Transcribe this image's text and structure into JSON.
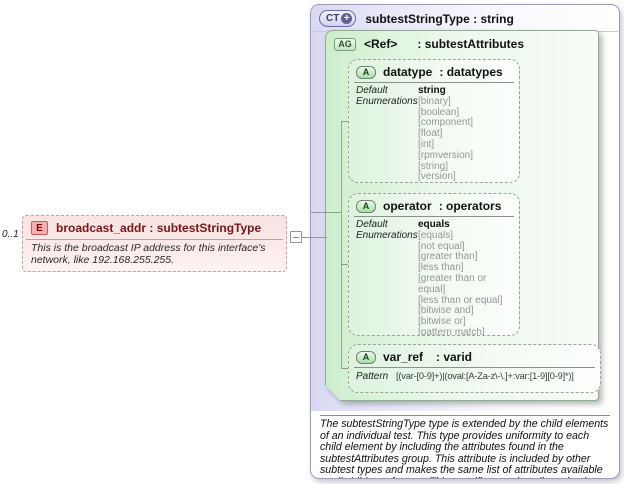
{
  "element": {
    "cardinality": "0..1",
    "badge": "E",
    "title": "broadcast_addr : subtestStringType",
    "annotation": "This is the broadcast IP address for this interface's network, like 192.168.255.255."
  },
  "complex_type": {
    "badge": "CT",
    "plus": "+",
    "title": "subtestStringType : string",
    "documentation": "The subtestStringType type is extended by the child elements of an individual test.  This type provides uniformity to each child element by including the attributes found in the subtestAttributes group.  This attribute is included by other subtest types and makes the same list of attributes available to all children of a test.  This specific type describes simple string data."
  },
  "attribute_group": {
    "badge": "AG",
    "name": "<Ref>",
    "suffix": ": subtestAttributes"
  },
  "attributes": {
    "datatype": {
      "badge": "A",
      "name": "datatype",
      "suffix": " : datatypes",
      "default_label": "Default",
      "default_value": "string",
      "enum_label": "Enumerations",
      "enums": [
        "[binary]",
        "[boolean]",
        "[component]",
        "[float]",
        "[int]",
        "[rpmversion]",
        "[string]",
        "[version]"
      ]
    },
    "operator": {
      "badge": "A",
      "name": "operator",
      "suffix": " : operators",
      "default_label": "Default",
      "default_value": "equals",
      "enum_label": "Enumerations",
      "enums": [
        "[equals]",
        "[not equal]",
        "[greater than]",
        "[less than]",
        "[greater than or equal]",
        "[less than or equal]",
        "[bitwise and]",
        "[bitwise or]",
        "[pattern match]"
      ]
    },
    "var_ref": {
      "badge": "A",
      "name": "var_ref",
      "suffix": ": varid",
      "pattern_label": "Pattern",
      "pattern_value": "[(var-[0-9]+)|(oval:[A-Za-z\\-\\.]+:var:[1-9][0-9]*)]"
    }
  },
  "colors": {
    "lavender": "#d8d8f4",
    "group_green": "#cdeecd",
    "element_pink": "#fbe3e3",
    "title_maroon": "#7a1616"
  }
}
